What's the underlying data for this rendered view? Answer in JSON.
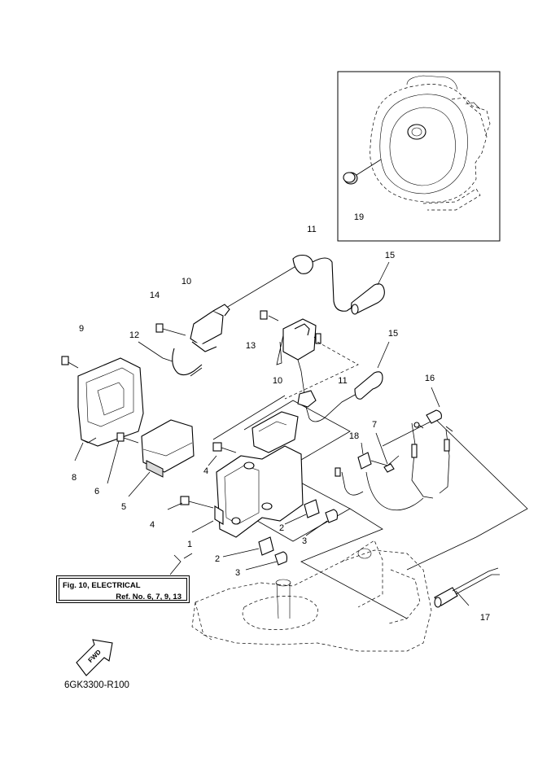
{
  "reference": {
    "title": "Fig. 10, ELECTRICAL",
    "numbers": "Ref. No. 6, 7, 9, 13"
  },
  "diagram_code": "6GK3300-R100",
  "direction_arrow": {
    "label": "FWD",
    "icon": "forward-arrow-icon"
  },
  "callouts": {
    "c19": "19",
    "c11a": "11",
    "c15a": "15",
    "c10a": "10",
    "c14": "14",
    "c9": "9",
    "c12": "12",
    "c13": "13",
    "c10b": "10",
    "c15b": "15",
    "c11b": "11",
    "c16": "16",
    "c18": "18",
    "c7": "7",
    "c8": "8",
    "c6": "6",
    "c4a": "4",
    "c5": "5",
    "c4b": "4",
    "c1": "1",
    "c2a": "2",
    "c3a": "3",
    "c2b": "2",
    "c3b": "3",
    "c17": "17"
  }
}
